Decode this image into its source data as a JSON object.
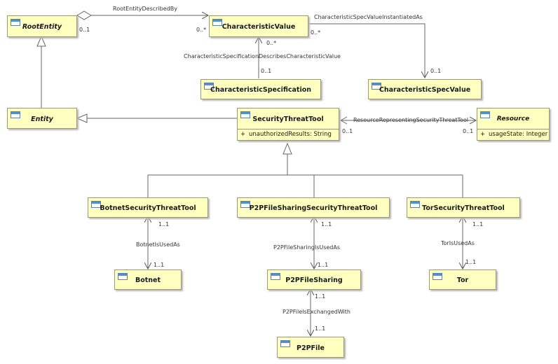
{
  "classes": {
    "root_entity": {
      "name": "RootEntity"
    },
    "characteristic_value": {
      "name": "CharacteristicValue"
    },
    "characteristic_specification": {
      "name": "CharacteristicSpecification"
    },
    "characteristic_spec_value": {
      "name": "CharacteristicSpecValue"
    },
    "entity": {
      "name": "Entity"
    },
    "security_threat_tool": {
      "name": "SecurityThreatTool",
      "attribute": {
        "visibility": "+",
        "text": "unauthorizedResults: String"
      }
    },
    "resource": {
      "name": "Resource",
      "attribute": {
        "visibility": "+",
        "text": "usageState: Integer"
      }
    },
    "botnet_security_threat_tool": {
      "name": "BotnetSecurityThreatTool"
    },
    "p2p_file_sharing_security_threat_tool": {
      "name": "P2PFileSharingSecurityThreatTool"
    },
    "tor_security_threat_tool": {
      "name": "TorSecurityThreatTool"
    },
    "botnet": {
      "name": "Botnet"
    },
    "p2p_file_sharing": {
      "name": "P2PFileSharing"
    },
    "tor": {
      "name": "Tor"
    },
    "p2p_file": {
      "name": "P2PFile"
    }
  },
  "associations": {
    "root_entity_described_by": {
      "name": "RootEntityDescribedBy",
      "source_mult": "0..1",
      "target_mult": "0..*"
    },
    "char_spec_value_instantiated_as": {
      "name": "CharacteristicSpecValueInstantiatedAs",
      "source_mult": "0..*",
      "target_mult": "0..1"
    },
    "char_spec_describes_char_value": {
      "name": "CharacteristicSpecificationDescribesCharacteristicValue",
      "source_mult": "0..*",
      "target_mult": "0..1"
    },
    "resource_representing_stt": {
      "name": "ResourceRepresentingSecurityThreatTool",
      "source_mult": "0..1",
      "target_mult": "0..1"
    },
    "botnet_is_used_as": {
      "name": "BotnetIsUsedAs",
      "source_mult": "1..1",
      "target_mult": "1..1"
    },
    "p2p_file_sharing_is_used_as": {
      "name": "P2PFileSharingIsUsedAs",
      "source_mult": "1..1",
      "target_mult": "1..1"
    },
    "tor_is_used_as": {
      "name": "TorIsUsedAs",
      "source_mult": "1..1",
      "target_mult": "1..1"
    },
    "p2p_file_is_exchanged_with": {
      "name": "P2PFileIsExchangedWith",
      "source_mult": "1..1",
      "target_mult": "1..1"
    }
  }
}
